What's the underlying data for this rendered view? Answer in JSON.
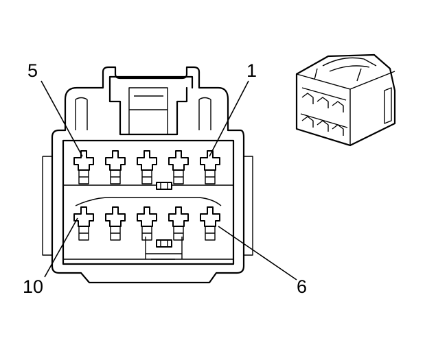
{
  "diagram": {
    "pin_labels": {
      "top_left": "5",
      "top_right": "1",
      "bottom_left": "10",
      "bottom_right": "6"
    },
    "line_color": "#000000",
    "background": "#ffffff"
  }
}
